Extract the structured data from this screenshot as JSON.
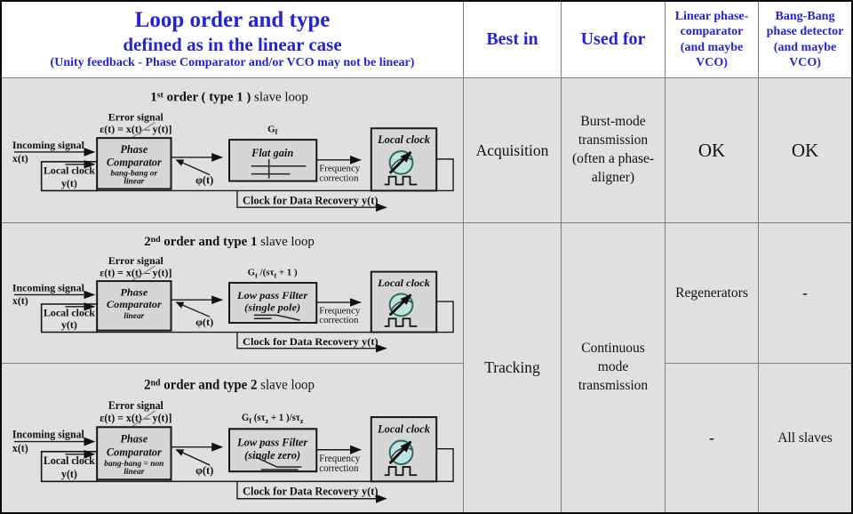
{
  "colors": {
    "header_text": "#2424d0",
    "row_bg": "#e0e0e0",
    "box_fill": "#d6d6d6",
    "clock_icon_fill": "#bfe3de",
    "clock_icon_stroke": "#2a6a62"
  },
  "header": {
    "title1": "Loop order and type",
    "title2": "defined as in the linear case",
    "title3": "(Unity feedback  - Phase Comparator and/or VCO may not be linear)",
    "best_in": "Best in",
    "used_for": "Used for",
    "linear_col": "Linear phase-comparator (and maybe VCO)",
    "bang_col": "Bang-Bang phase detector (and maybe VCO)"
  },
  "table": {
    "acquisition": "Acquisition",
    "burst": "Burst-mode transmission (often a phase-aligner)",
    "ok_linear": "OK",
    "ok_bang": "OK",
    "tracking": "Tracking",
    "continuous": "Continuous mode transmission",
    "regenerators": "Regenerators",
    "dash_bang_row2": "-",
    "dash_linear_row3": "-",
    "all_slaves": "All slaves"
  },
  "diagram_common": {
    "error_label": "Error signal",
    "error_formula": "ε(t) = x(t) – y(t)]",
    "incoming_1": "Incoming signal",
    "incoming_2": "x(t)",
    "local_clock_1": "Local clock",
    "local_clock_2": "y(t)",
    "comp_1": "Phase",
    "comp_2": "Comparator",
    "phi": "φ(t)",
    "freq_1": "Frequency",
    "freq_2": "correction",
    "vco_label": "Local clock",
    "recovery": "Clock for Data Recovery y(t)"
  },
  "loops": [
    {
      "num": "1",
      "sup": "st",
      "title_bold": " order ( type 1 )",
      "title_rest": " slave loop",
      "comp_sub1": "bang-bang or",
      "comp_sub2": "linear",
      "gain": {
        "g": "G",
        "s1": "f"
      },
      "box1": "Flat gain",
      "box2": ""
    },
    {
      "num": "2",
      "sup": "nd",
      "title_bold": " order and type 1",
      "title_rest": "  slave loop",
      "comp_sub1": "linear",
      "comp_sub2": "",
      "gain": {
        "g": "G",
        "s1": "f",
        "r1": " /(sτ",
        "s2": "f",
        "r2": " + 1 )"
      },
      "box1": "Low pass Filter",
      "box2": "(single pole)"
    },
    {
      "num": "2",
      "sup": "nd",
      "title_bold": " order and  type 2",
      "title_rest": "  slave loop",
      "comp_sub1": "bang-bang = non",
      "comp_sub2": "linear",
      "gain": {
        "g": "G",
        "s1": "f",
        "r1": " (sτ",
        "s2": "z",
        "r2": " + 1 )/sτ",
        "s3": "z"
      },
      "box1": "Low pass Filter",
      "box2": "(single zero)"
    }
  ]
}
